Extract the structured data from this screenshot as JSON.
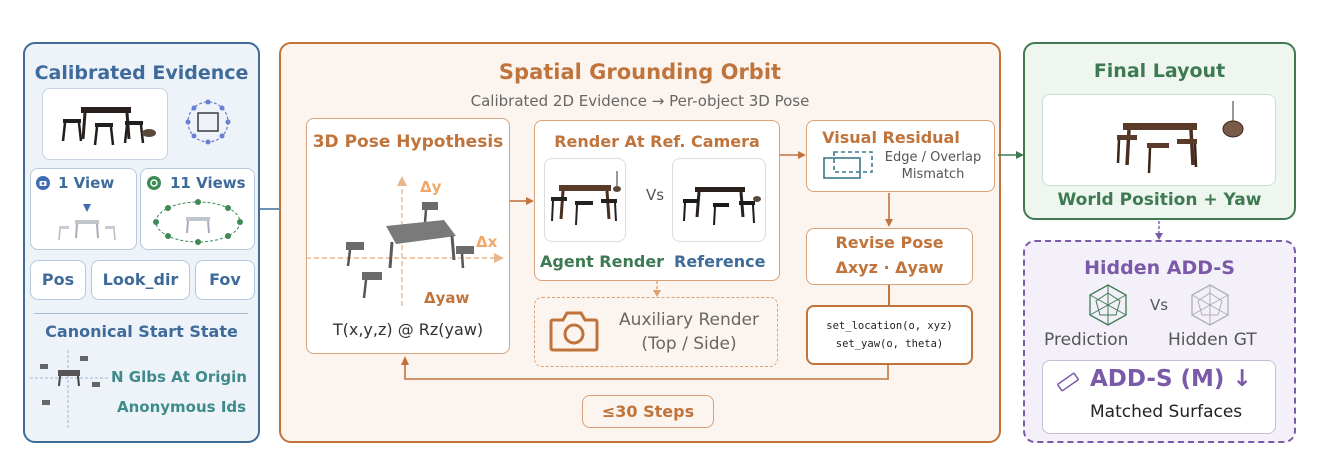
{
  "colors": {
    "blue": "#3f6b9a",
    "blue_fill": "#edf3f9",
    "orange": "#c0743c",
    "orange_fill": "#fcf5ef",
    "green": "#3d7a52",
    "green_fill": "#eef6ef",
    "purple": "#7a5aa8",
    "purple_fill": "#f4f0f9"
  },
  "evidence": {
    "title": "Calibrated Evidence",
    "one_view": "1 View",
    "eleven_views": "11 Views",
    "params": [
      "Pos",
      "Look_dir",
      "Fov"
    ],
    "canonical_title": "Canonical Start State",
    "canonical_lines": [
      "N Glbs At Origin",
      "Anonymous Ids"
    ]
  },
  "orbit": {
    "title": "Spatial Grounding Orbit",
    "subtitle": "Calibrated 2D Evidence → Per-object 3D Pose",
    "hypothesis": {
      "title": "3D Pose Hypothesis",
      "dy": "Δy",
      "dx": "Δx",
      "dyaw": "Δyaw",
      "transform": "T(x,y,z) @ Rz(yaw)"
    },
    "render": {
      "title": "Render At Ref. Camera",
      "vs": "Vs",
      "agent": "Agent Render",
      "reference": "Reference"
    },
    "auxiliary": [
      "Auxiliary Render",
      "(Top / Side)"
    ],
    "residual": {
      "title": "Visual Residual",
      "lines": [
        "Edge / Overlap",
        "Mismatch"
      ]
    },
    "revise": {
      "title": "Revise Pose",
      "delta": "Δxyz · Δyaw"
    },
    "code": [
      "set_location(o, xyz)",
      "set_yaw(o, theta)"
    ],
    "steps": "≤30 Steps"
  },
  "final": {
    "title": "Final Layout",
    "caption": "World Position + Yaw"
  },
  "hidden": {
    "title": "Hidden ADD-S",
    "vs": "Vs",
    "prediction": "Prediction",
    "gt": "Hidden GT",
    "metric": "ADD-S (M) ↓",
    "matched": "Matched Surfaces"
  }
}
